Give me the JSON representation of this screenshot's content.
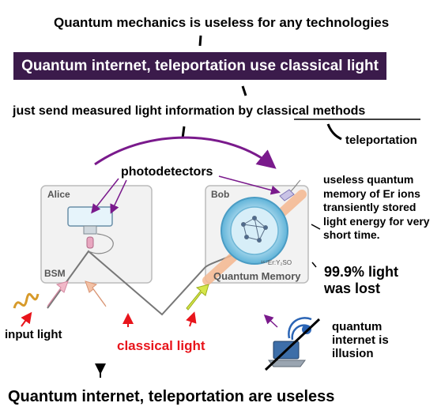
{
  "headline_top": "Quantum mechanics is useless for any technologies",
  "banner": "Quantum internet, teleportation use classical light",
  "subline": {
    "prefix": "just send measured light information by ",
    "emphasis": "classical methods"
  },
  "teleportation_note": "teleportation",
  "photodetectors": "photodetectors",
  "memory_note": "useless quantum memory of Er ions transiently stored light energy for very short time.",
  "loss_note": "99.9% light was lost",
  "diagram": {
    "alice": "Alice",
    "bob": "Bob",
    "bsm": "BSM",
    "quantum_memory": "Quantum Memory",
    "crystal": "¹⁶⁷Er:Y₂SO"
  },
  "input_light": "input light",
  "classical_light": "classical light",
  "quantum_internet_note": "quantum internet is illusion",
  "headline_bottom": "Quantum internet, teleportation are useless",
  "colors": {
    "banner_bg": "#3b1b4b",
    "purple_arrow": "#7a1a8c",
    "red_arrow": "#e8141b",
    "classical_light_text": "#e8141b"
  },
  "icons": [
    "curved-arrow-icon",
    "photodetector-icon",
    "ion-crystal-icon",
    "laptop-icon",
    "wifi-signal-icon",
    "light-pulse-icon"
  ]
}
